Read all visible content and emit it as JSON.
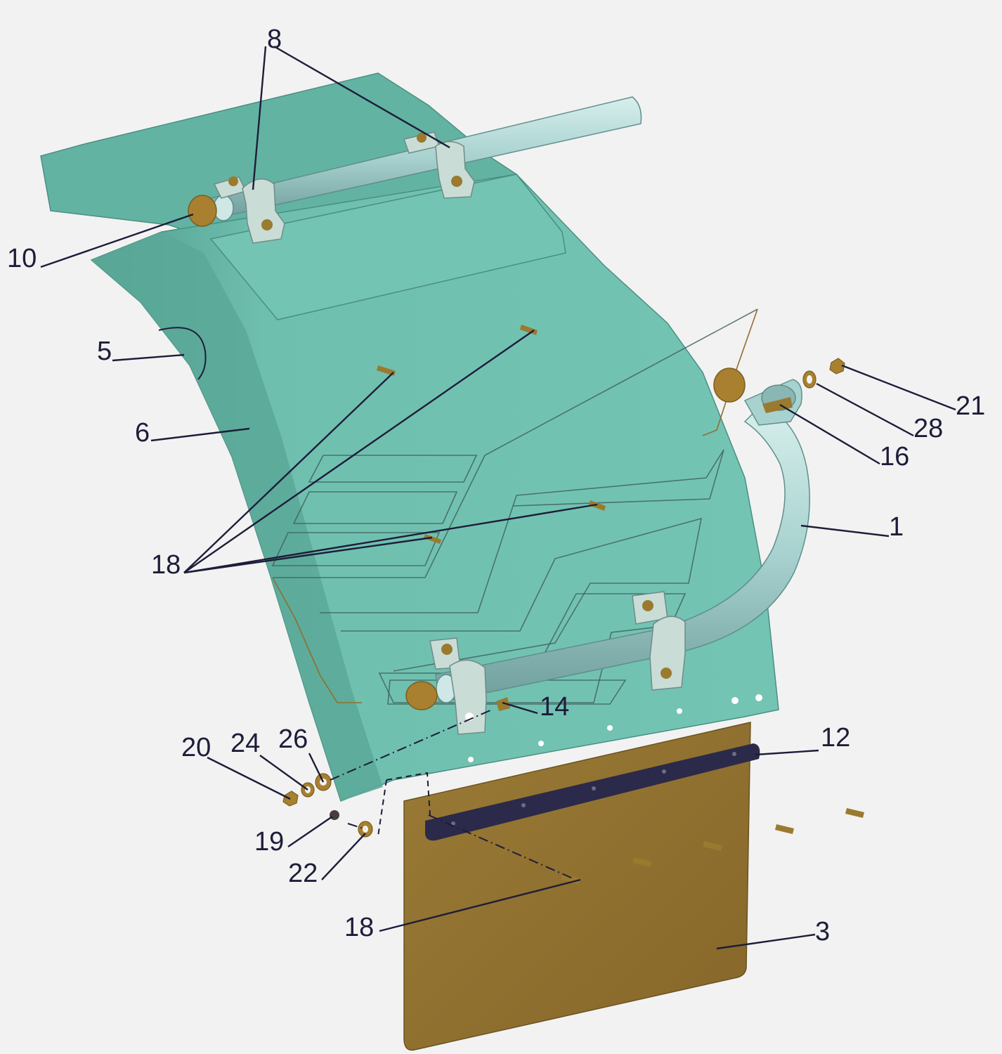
{
  "diagram": {
    "background": "#f2f2f2",
    "colors": {
      "fender": "#6fbfaf",
      "fender_dark": "#4f9c8d",
      "fender_top": "#63b3a3",
      "tube": "#a8d2cf",
      "tube_dark": "#6f9e9c",
      "bracket": "#c9dcd6",
      "hardware": "#9a7a2e",
      "mudflap": "#8f6f2e",
      "strip": "#2b2a4a",
      "line": "#1d1d3a"
    },
    "callouts": [
      {
        "id": "c8",
        "label": "8"
      },
      {
        "id": "c10",
        "label": "10"
      },
      {
        "id": "c5",
        "label": "5"
      },
      {
        "id": "c6",
        "label": "6"
      },
      {
        "id": "c18a",
        "label": "18"
      },
      {
        "id": "c21",
        "label": "21"
      },
      {
        "id": "c28",
        "label": "28"
      },
      {
        "id": "c16",
        "label": "16"
      },
      {
        "id": "c1",
        "label": "1"
      },
      {
        "id": "c14",
        "label": "14"
      },
      {
        "id": "c12",
        "label": "12"
      },
      {
        "id": "c20",
        "label": "20"
      },
      {
        "id": "c24",
        "label": "24"
      },
      {
        "id": "c26",
        "label": "26"
      },
      {
        "id": "c19",
        "label": "19"
      },
      {
        "id": "c22",
        "label": "22"
      },
      {
        "id": "c18b",
        "label": "18"
      },
      {
        "id": "c3",
        "label": "3"
      }
    ]
  }
}
